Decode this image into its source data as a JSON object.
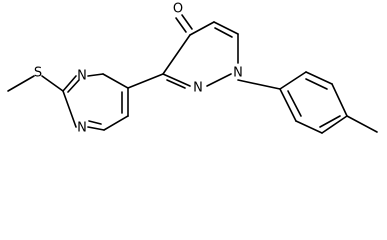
{
  "molecule": {
    "atoms": {
      "oxygen": "O",
      "sulfur": "S",
      "pyrimidine_n1": "N",
      "pyrimidine_n3": "N",
      "pyridazine_n1": "N",
      "pyridazine_n2": "N"
    }
  },
  "colors": {
    "bond": "#000000",
    "label": "#000000",
    "background": "#ffffff"
  }
}
